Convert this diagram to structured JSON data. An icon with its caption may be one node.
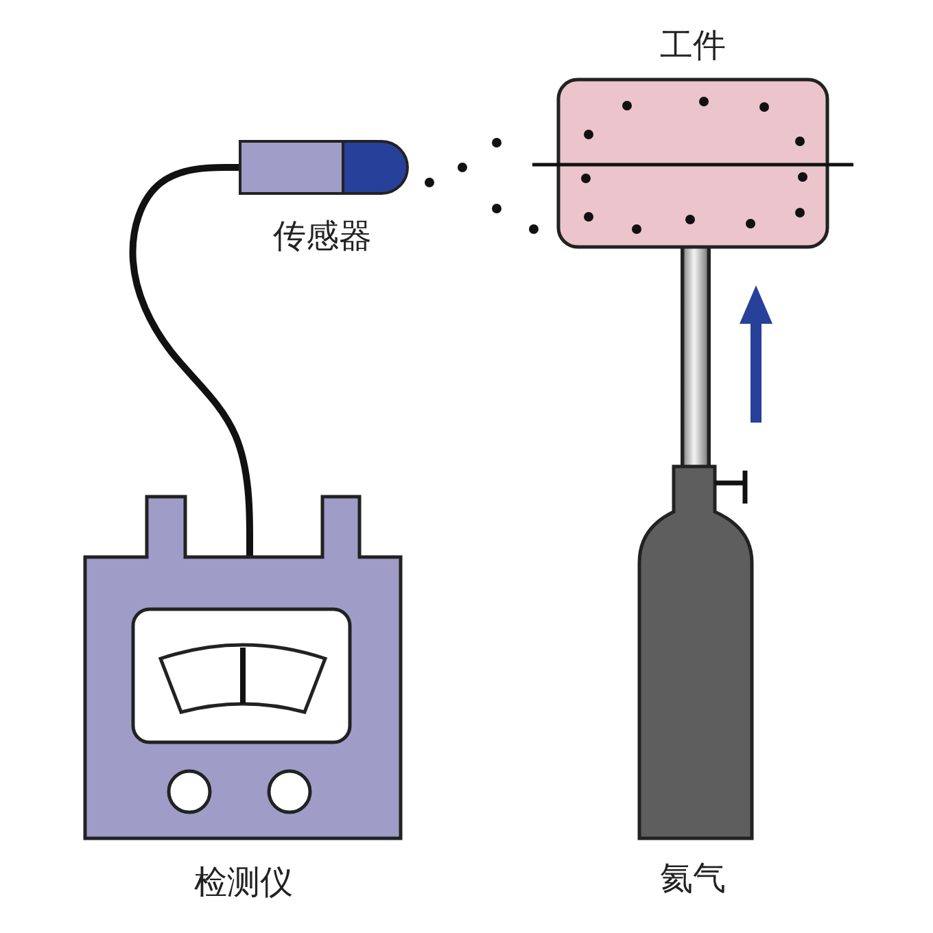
{
  "diagram": {
    "nodes": [
      {
        "text": [
          "工件"
        ]
      },
      {
        "text": [
          "传感器"
        ]
      },
      {
        "text": [
          "检测仪"
        ]
      },
      {
        "text": [
          "氦气"
        ]
      }
    ],
    "edges": [
      {
        "from": 1,
        "to": 2,
        "arrow": "none"
      },
      {
        "from": 3,
        "to": 0,
        "arrow": "none",
        "style": "thick"
      }
    ]
  }
}
